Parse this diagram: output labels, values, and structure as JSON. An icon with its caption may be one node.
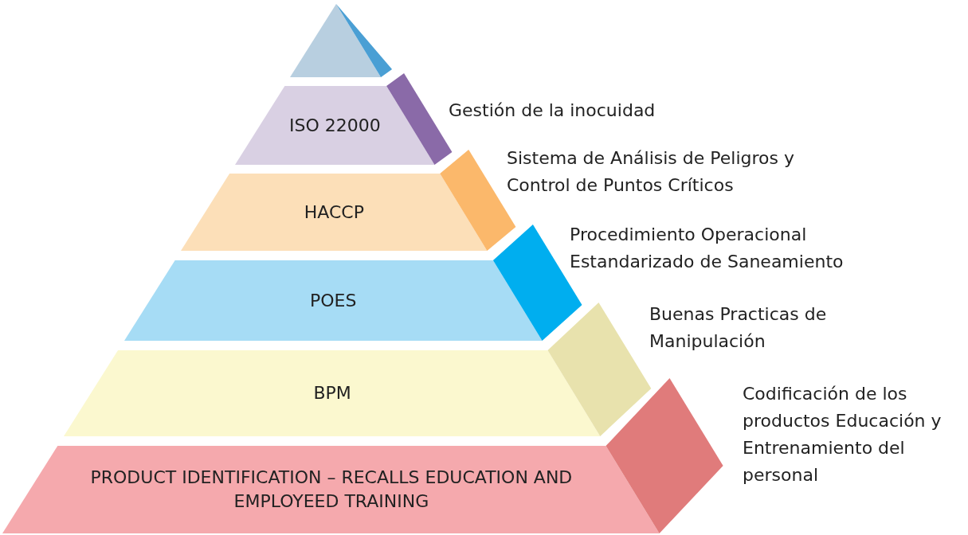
{
  "diagram": {
    "nodes": [
      {
        "text": [],
        "shape": "triangle"
      },
      {
        "text": [
          "ISO 22000"
        ],
        "beside": [
          "Gestión de la inocuidad"
        ]
      },
      {
        "text": [
          "HACCP"
        ],
        "beside": [
          "Sistema de Análisis de Peligros y Control de Puntos Críticos"
        ]
      },
      {
        "text": [
          "POES"
        ],
        "beside": [
          "Procedimiento Operacional Estandarizado de Saneamiento"
        ]
      },
      {
        "text": [
          "BPM"
        ],
        "beside": [
          "Buenas Practicas de Manipulación"
        ]
      },
      {
        "text": [
          "PRODUCT IDENTIFICATION – RECALLS EDUCATION AND  EMPLOYEED TRAINING"
        ],
        "beside": [
          "Codificación de los productos Educación y Entrenamiento del personal"
        ]
      }
    ],
    "edges": []
  }
}
